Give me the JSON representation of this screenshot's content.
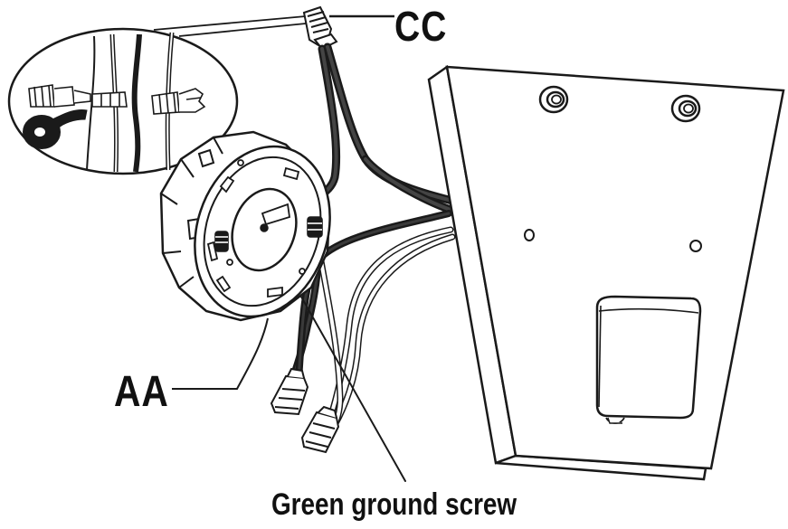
{
  "labels": {
    "wire_connector": "CC",
    "junction_box": "AA",
    "ground_screw": "Green ground screw"
  },
  "colors": {
    "line": "#1a1a1a",
    "background": "#ffffff",
    "wire_dark": "#222222",
    "wire_light": "#ffffff"
  }
}
